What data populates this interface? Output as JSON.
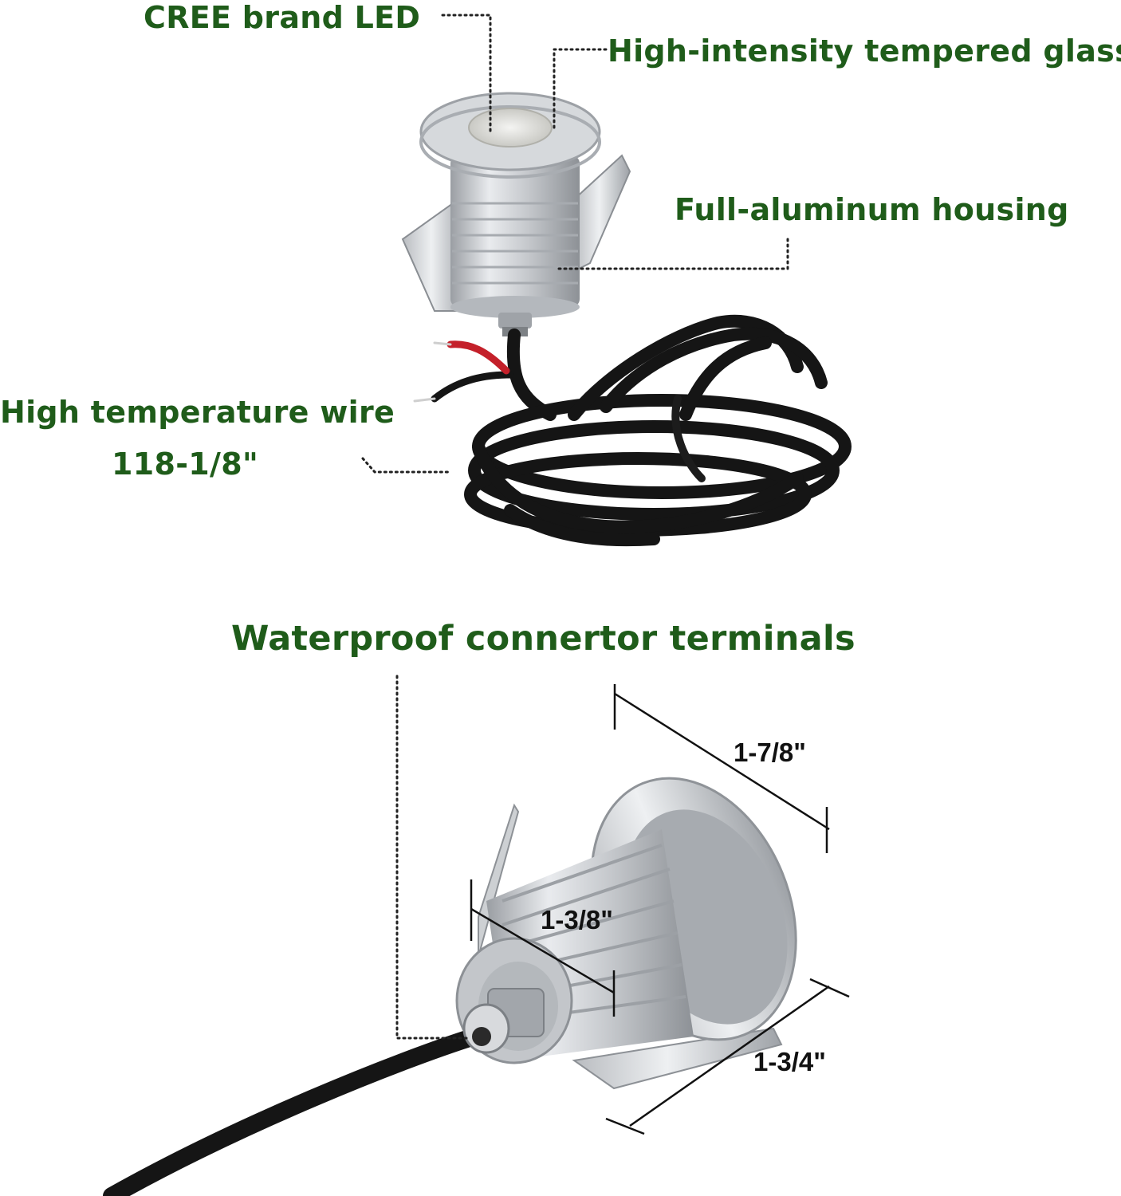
{
  "callouts": {
    "cree_led": "CREE brand LED",
    "tempered_glass": "High-intensity tempered glass",
    "aluminum_housing": "Full-aluminum housing",
    "wire_line1": "High temperature wire",
    "wire_line2": "118-1/8\"",
    "terminals": "Waterproof connertor terminals"
  },
  "dimensions": {
    "flange_diameter": "1-7/8\"",
    "body_diameter": "1-3/8\"",
    "height": "1-3/4\""
  },
  "colors": {
    "label_green": "#1f5c1a",
    "dimension_text": "#111111",
    "aluminum": "#c9ccd0",
    "cable": "#111111"
  }
}
